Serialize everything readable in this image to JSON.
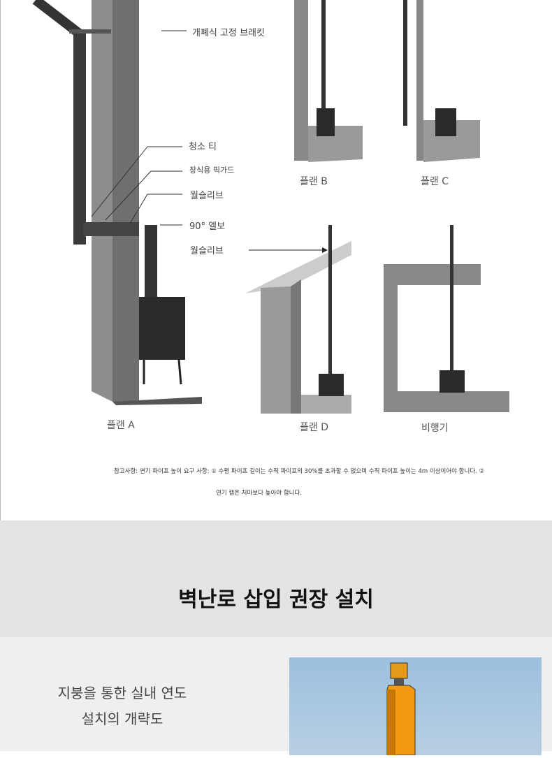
{
  "labels": {
    "bracket": "개폐식 고정 브래킷",
    "cleaning_tee": "청소 티",
    "pick_guard": "장식용 픽가드",
    "wall_sleeve_1": "월슬리브",
    "elbow": "90° 엘보",
    "wall_sleeve_2": "월슬리브"
  },
  "plans": {
    "a": "플랜 A",
    "b": "플랜 B",
    "c": "플랜 C",
    "d": "플랜 D",
    "airplane": "비행기"
  },
  "note": {
    "line1": "참고사항: 연기 파이프 높이 요구 사항: ① 수평 파이프 길이는 수직 파이프의 30%를 초과할 수 없으며 수직 파이프 높이는 4m 이상이어야 합니다. ②",
    "line2": "연기 캡은 처마보다 높아야 합니다."
  },
  "section": {
    "title": "벽난로 삽입 권장 설치",
    "subtitle_line1": "지붕을 통한 실내 연도",
    "subtitle_line2": "설치의 개략도"
  }
}
